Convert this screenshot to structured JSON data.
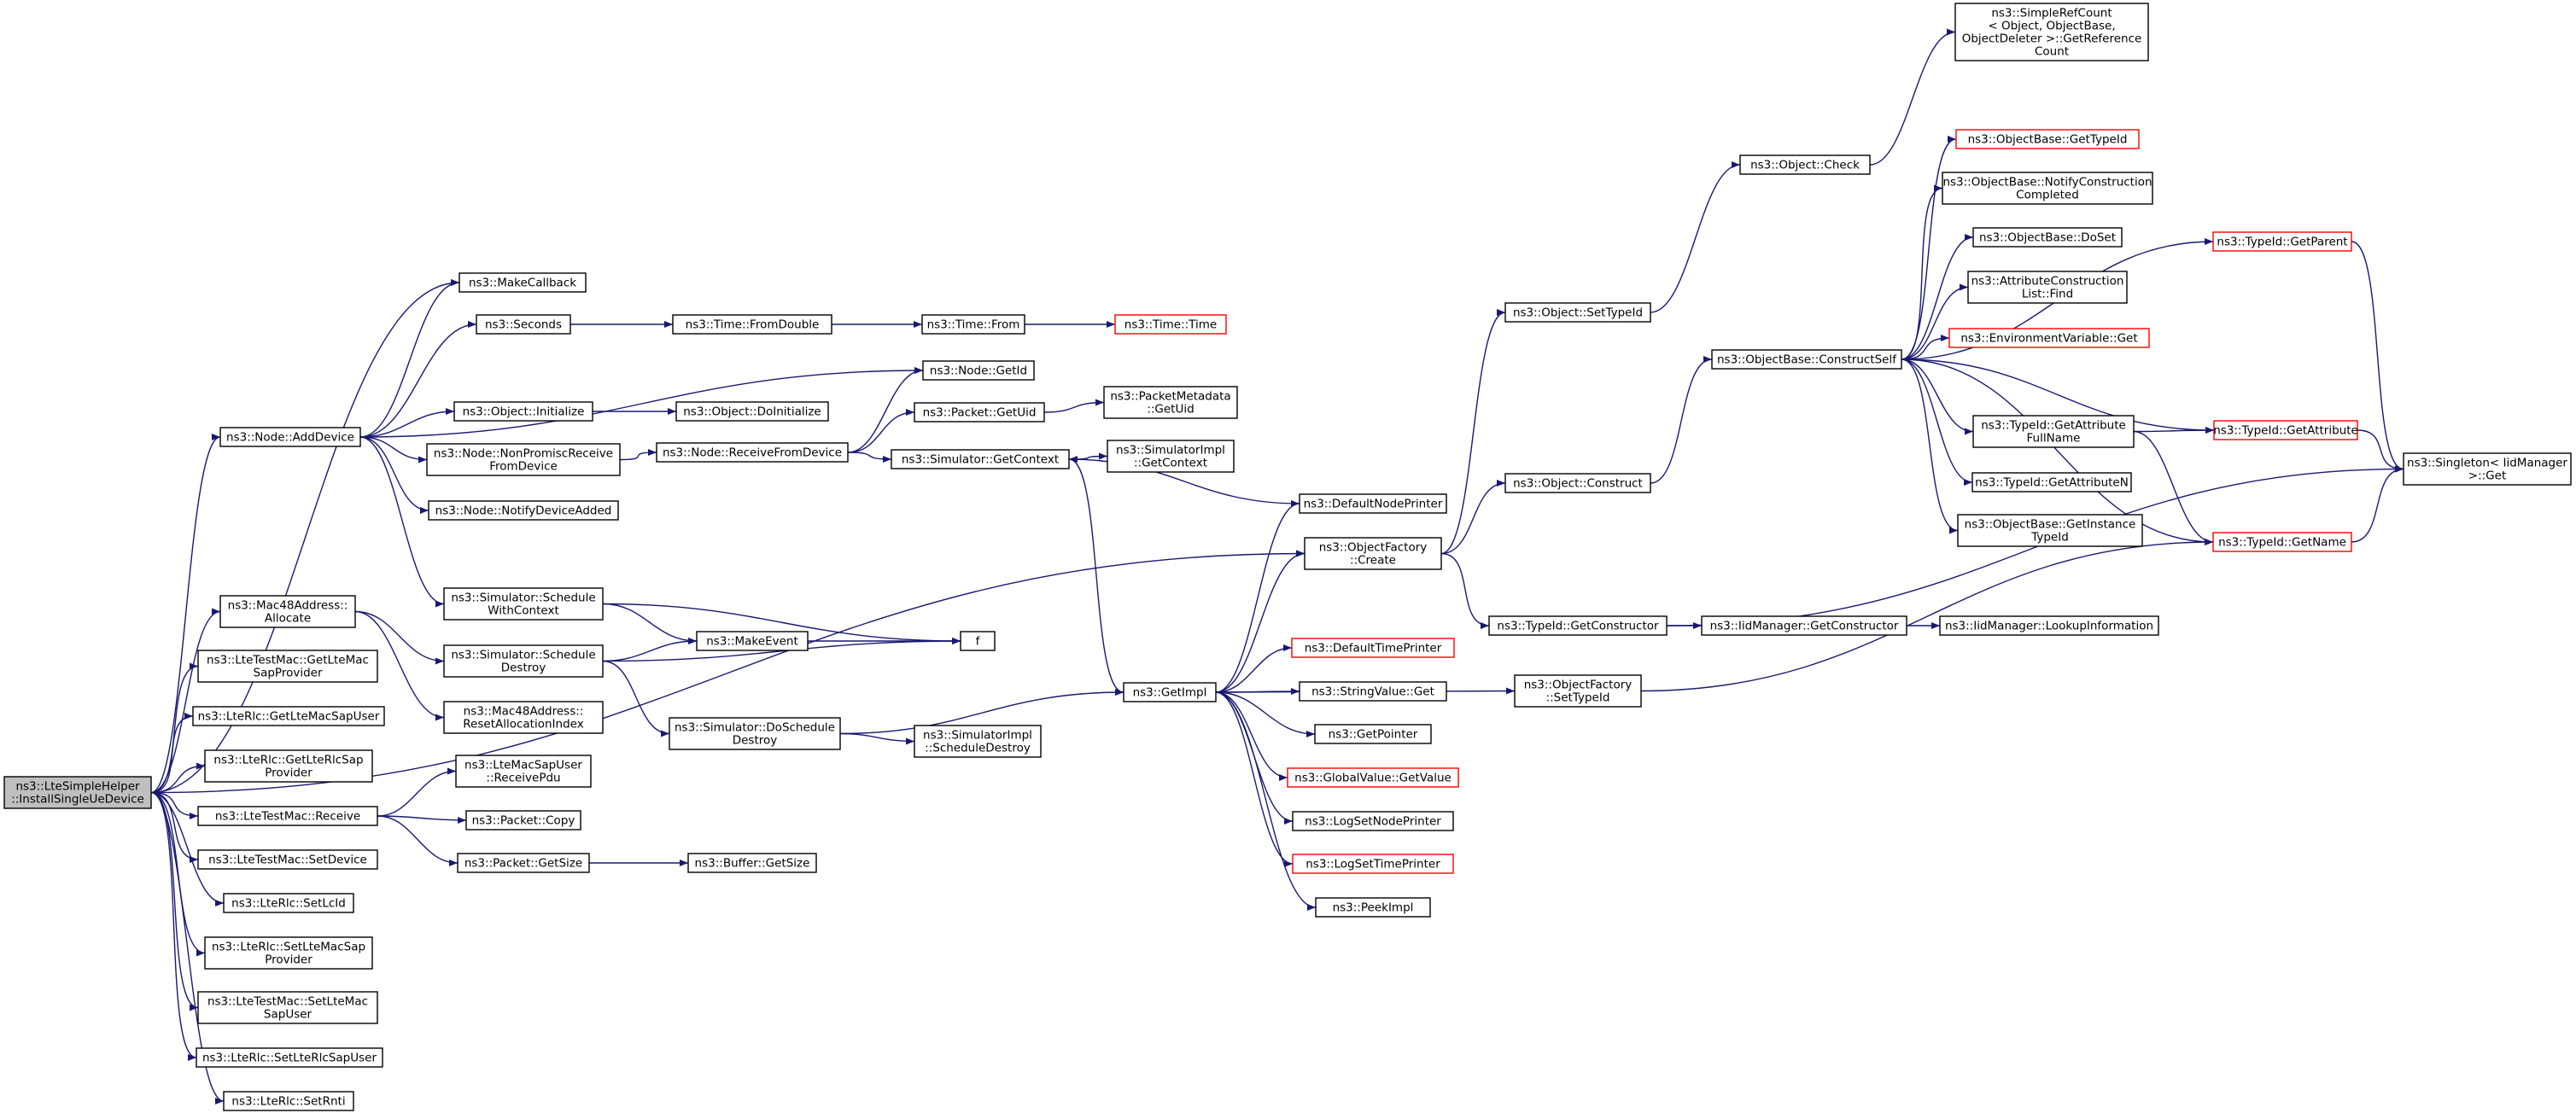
{
  "colors": {
    "edge": "#191970",
    "node_border": "#000000",
    "external_border": "#ff0000",
    "root_fill": "#bfbfbf"
  },
  "nodes": [
    {
      "id": "root",
      "lines": [
        "ns3::LteSimpleHelper",
        "::InstallSingleUeDevice"
      ],
      "style": "root"
    },
    {
      "id": "addDevice",
      "lines": [
        "ns3::Node::AddDevice"
      ]
    },
    {
      "id": "macAllocate",
      "lines": [
        "ns3::Mac48Address::",
        "Allocate"
      ]
    },
    {
      "id": "getLteMacSapProvider",
      "lines": [
        "ns3::LteTestMac::GetLteMac",
        "SapProvider"
      ]
    },
    {
      "id": "getLteMacSapUser",
      "lines": [
        "ns3::LteRlc::GetLteMacSapUser"
      ]
    },
    {
      "id": "getLteRlcSapProvider",
      "lines": [
        "ns3::LteRlc::GetLteRlcSap",
        "Provider"
      ]
    },
    {
      "id": "receive",
      "lines": [
        "ns3::LteTestMac::Receive"
      ]
    },
    {
      "id": "setDevice",
      "lines": [
        "ns3::LteTestMac::SetDevice"
      ]
    },
    {
      "id": "setLcId",
      "lines": [
        "ns3::LteRlc::SetLcId"
      ]
    },
    {
      "id": "setLteMacSapProvider",
      "lines": [
        "ns3::LteRlc::SetLteMacSap",
        "Provider"
      ]
    },
    {
      "id": "setLteMacSapUser",
      "lines": [
        "ns3::LteTestMac::SetLteMac",
        "SapUser"
      ]
    },
    {
      "id": "setLteRlcSapUser",
      "lines": [
        "ns3::LteRlc::SetLteRlcSapUser"
      ]
    },
    {
      "id": "setRnti",
      "lines": [
        "ns3::LteRlc::SetRnti"
      ]
    },
    {
      "id": "makeCallback",
      "lines": [
        "ns3::MakeCallback"
      ]
    },
    {
      "id": "seconds",
      "lines": [
        "ns3::Seconds"
      ]
    },
    {
      "id": "objInitialize",
      "lines": [
        "ns3::Object::Initialize"
      ]
    },
    {
      "id": "nonPromisc",
      "lines": [
        "ns3::Node::NonPromiscReceive",
        "FromDevice"
      ]
    },
    {
      "id": "notifyDeviceAdded",
      "lines": [
        "ns3::Node::NotifyDeviceAdded"
      ]
    },
    {
      "id": "scheduleWithContext",
      "lines": [
        "ns3::Simulator::Schedule",
        "WithContext"
      ]
    },
    {
      "id": "scheduleDestroy",
      "lines": [
        "ns3::Simulator::Schedule",
        "Destroy"
      ]
    },
    {
      "id": "resetAllocIndex",
      "lines": [
        "ns3::Mac48Address::",
        "ResetAllocationIndex"
      ]
    },
    {
      "id": "receivePdu",
      "lines": [
        "ns3::LteMacSapUser",
        "::ReceivePdu"
      ]
    },
    {
      "id": "packetCopy",
      "lines": [
        "ns3::Packet::Copy"
      ]
    },
    {
      "id": "packetGetSize",
      "lines": [
        "ns3::Packet::GetSize"
      ]
    },
    {
      "id": "timeFromDouble",
      "lines": [
        "ns3::Time::FromDouble"
      ]
    },
    {
      "id": "doInitialize",
      "lines": [
        "ns3::Object::DoInitialize"
      ]
    },
    {
      "id": "receiveFromDevice",
      "lines": [
        "ns3::Node::ReceiveFromDevice"
      ]
    },
    {
      "id": "makeEvent",
      "lines": [
        "ns3::MakeEvent"
      ]
    },
    {
      "id": "doScheduleDestroy",
      "lines": [
        "ns3::Simulator::DoSchedule",
        "Destroy"
      ]
    },
    {
      "id": "bufferGetSize",
      "lines": [
        "ns3::Buffer::GetSize"
      ]
    },
    {
      "id": "timeFrom",
      "lines": [
        "ns3::Time::From"
      ]
    },
    {
      "id": "nodeGetId",
      "lines": [
        "ns3::Node::GetId"
      ]
    },
    {
      "id": "packetGetUid",
      "lines": [
        "ns3::Packet::GetUid"
      ]
    },
    {
      "id": "simGetContext",
      "lines": [
        "ns3::Simulator::GetContext"
      ]
    },
    {
      "id": "f",
      "lines": [
        "f"
      ]
    },
    {
      "id": "simImplScheduleDestroy",
      "lines": [
        "ns3::SimulatorImpl",
        "::ScheduleDestroy"
      ]
    },
    {
      "id": "getImpl",
      "lines": [
        "ns3::GetImpl"
      ]
    },
    {
      "id": "timeTime",
      "lines": [
        "ns3::Time::Time"
      ],
      "style": "red"
    },
    {
      "id": "packetMetadataGetUid",
      "lines": [
        "ns3::PacketMetadata",
        "::GetUid"
      ]
    },
    {
      "id": "simImplGetContext",
      "lines": [
        "ns3::SimulatorImpl",
        "::GetContext"
      ]
    },
    {
      "id": "defaultNodePrinter",
      "lines": [
        "ns3::DefaultNodePrinter"
      ]
    },
    {
      "id": "objFactoryCreate",
      "lines": [
        "ns3::ObjectFactory",
        "::Create"
      ]
    },
    {
      "id": "defaultTimePrinter",
      "lines": [
        "ns3::DefaultTimePrinter"
      ],
      "style": "red"
    },
    {
      "id": "stringValueGet",
      "lines": [
        "ns3::StringValue::Get"
      ]
    },
    {
      "id": "getPointer",
      "lines": [
        "ns3::GetPointer"
      ]
    },
    {
      "id": "globalValueGetValue",
      "lines": [
        "ns3::GlobalValue::GetValue"
      ],
      "style": "red"
    },
    {
      "id": "logSetNodePrinter",
      "lines": [
        "ns3::LogSetNodePrinter"
      ]
    },
    {
      "id": "logSetTimePrinter",
      "lines": [
        "ns3::LogSetTimePrinter"
      ],
      "style": "red"
    },
    {
      "id": "peekImpl",
      "lines": [
        "ns3::PeekImpl"
      ]
    },
    {
      "id": "objSetTypeId",
      "lines": [
        "ns3::Object::SetTypeId"
      ]
    },
    {
      "id": "objConstruct",
      "lines": [
        "ns3::Object::Construct"
      ]
    },
    {
      "id": "typeIdGetConstructor",
      "lines": [
        "ns3::TypeId::GetConstructor"
      ]
    },
    {
      "id": "objFactorySetTypeId",
      "lines": [
        "ns3::ObjectFactory",
        "::SetTypeId"
      ]
    },
    {
      "id": "objCheck",
      "lines": [
        "ns3::Object::Check"
      ]
    },
    {
      "id": "constructSelf",
      "lines": [
        "ns3::ObjectBase::ConstructSelf"
      ]
    },
    {
      "id": "iidGetConstructor",
      "lines": [
        "ns3::IidManager::GetConstructor"
      ]
    },
    {
      "id": "simpleRefCount",
      "lines": [
        "ns3::SimpleRefCount",
        "< Object, ObjectBase,",
        " ObjectDeleter >::GetReference",
        "Count"
      ]
    },
    {
      "id": "objBaseGetTypeId",
      "lines": [
        "ns3::ObjectBase::GetTypeId"
      ],
      "style": "red"
    },
    {
      "id": "notifyConstruction",
      "lines": [
        "ns3::ObjectBase::NotifyConstruction",
        "Completed"
      ]
    },
    {
      "id": "objBaseDoSet",
      "lines": [
        "ns3::ObjectBase::DoSet"
      ]
    },
    {
      "id": "attrConstructionFind",
      "lines": [
        "ns3::AttributeConstruction",
        "List::Find"
      ]
    },
    {
      "id": "envVarGet",
      "lines": [
        "ns3::EnvironmentVariable::Get"
      ],
      "style": "red"
    },
    {
      "id": "getAttrFullName",
      "lines": [
        "ns3::TypeId::GetAttribute",
        "FullName"
      ]
    },
    {
      "id": "getAttributeN",
      "lines": [
        "ns3::TypeId::GetAttributeN"
      ]
    },
    {
      "id": "getInstanceTypeId",
      "lines": [
        "ns3::ObjectBase::GetInstance",
        "TypeId"
      ]
    },
    {
      "id": "lookupInformation",
      "lines": [
        "ns3::IidManager::LookupInformation"
      ]
    },
    {
      "id": "typeIdGetParent",
      "lines": [
        "ns3::TypeId::GetParent"
      ],
      "style": "red"
    },
    {
      "id": "typeIdGetAttribute",
      "lines": [
        "ns3::TypeId::GetAttribute"
      ],
      "style": "red"
    },
    {
      "id": "typeIdGetName",
      "lines": [
        "ns3::TypeId::GetName"
      ],
      "style": "red"
    },
    {
      "id": "singletonGet",
      "lines": [
        "ns3::Singleton< IidManager",
        " >::Get"
      ]
    }
  ],
  "edges": [
    [
      "root",
      "makeCallback"
    ],
    [
      "root",
      "addDevice"
    ],
    [
      "root",
      "objFactoryCreate"
    ],
    [
      "root",
      "macAllocate"
    ],
    [
      "root",
      "getLteMacSapProvider"
    ],
    [
      "root",
      "getLteMacSapUser"
    ],
    [
      "root",
      "getLteRlcSapProvider"
    ],
    [
      "root",
      "receive"
    ],
    [
      "root",
      "setDevice"
    ],
    [
      "root",
      "setLcId"
    ],
    [
      "root",
      "setLteMacSapProvider"
    ],
    [
      "root",
      "setLteMacSapUser"
    ],
    [
      "root",
      "setLteRlcSapUser"
    ],
    [
      "root",
      "setRnti"
    ],
    [
      "addDevice",
      "makeCallback"
    ],
    [
      "addDevice",
      "seconds"
    ],
    [
      "addDevice",
      "nodeGetId"
    ],
    [
      "addDevice",
      "objInitialize"
    ],
    [
      "addDevice",
      "nonPromisc"
    ],
    [
      "addDevice",
      "notifyDeviceAdded"
    ],
    [
      "addDevice",
      "scheduleWithContext"
    ],
    [
      "macAllocate",
      "scheduleDestroy"
    ],
    [
      "macAllocate",
      "resetAllocIndex"
    ],
    [
      "receive",
      "receivePdu"
    ],
    [
      "receive",
      "packetCopy"
    ],
    [
      "receive",
      "packetGetSize"
    ],
    [
      "seconds",
      "timeFromDouble"
    ],
    [
      "timeFromDouble",
      "timeFrom"
    ],
    [
      "timeFrom",
      "timeTime"
    ],
    [
      "objInitialize",
      "doInitialize"
    ],
    [
      "nonPromisc",
      "receiveFromDevice"
    ],
    [
      "receiveFromDevice",
      "nodeGetId"
    ],
    [
      "receiveFromDevice",
      "packetGetUid"
    ],
    [
      "receiveFromDevice",
      "simGetContext"
    ],
    [
      "packetGetUid",
      "packetMetadataGetUid"
    ],
    [
      "simGetContext",
      "simImplGetContext"
    ],
    [
      "simGetContext",
      "getImpl"
    ],
    [
      "scheduleWithContext",
      "makeEvent"
    ],
    [
      "scheduleWithContext",
      "f"
    ],
    [
      "scheduleDestroy",
      "makeEvent"
    ],
    [
      "scheduleDestroy",
      "f"
    ],
    [
      "scheduleDestroy",
      "doScheduleDestroy"
    ],
    [
      "makeEvent",
      "f"
    ],
    [
      "doScheduleDestroy",
      "getImpl"
    ],
    [
      "doScheduleDestroy",
      "simImplScheduleDestroy"
    ],
    [
      "packetGetSize",
      "bufferGetSize"
    ],
    [
      "getImpl",
      "defaultNodePrinter"
    ],
    [
      "getImpl",
      "objFactoryCreate"
    ],
    [
      "getImpl",
      "objFactorySetTypeId"
    ],
    [
      "getImpl",
      "defaultTimePrinter"
    ],
    [
      "getImpl",
      "stringValueGet"
    ],
    [
      "getImpl",
      "getPointer"
    ],
    [
      "getImpl",
      "globalValueGetValue"
    ],
    [
      "getImpl",
      "logSetNodePrinter"
    ],
    [
      "getImpl",
      "logSetTimePrinter"
    ],
    [
      "getImpl",
      "peekImpl"
    ],
    [
      "defaultNodePrinter",
      "simGetContext"
    ],
    [
      "objFactoryCreate",
      "objSetTypeId"
    ],
    [
      "objFactoryCreate",
      "objConstruct"
    ],
    [
      "objFactoryCreate",
      "typeIdGetConstructor"
    ],
    [
      "objSetTypeId",
      "objCheck"
    ],
    [
      "objCheck",
      "simpleRefCount"
    ],
    [
      "objConstruct",
      "constructSelf"
    ],
    [
      "typeIdGetConstructor",
      "iidGetConstructor"
    ],
    [
      "typeIdGetConstructor",
      "singletonGet"
    ],
    [
      "iidGetConstructor",
      "lookupInformation"
    ],
    [
      "objFactorySetTypeId",
      "typeIdGetName"
    ],
    [
      "constructSelf",
      "objBaseGetTypeId"
    ],
    [
      "constructSelf",
      "typeIdGetParent"
    ],
    [
      "constructSelf",
      "notifyConstruction"
    ],
    [
      "constructSelf",
      "objBaseDoSet"
    ],
    [
      "constructSelf",
      "attrConstructionFind"
    ],
    [
      "constructSelf",
      "envVarGet"
    ],
    [
      "constructSelf",
      "getAttrFullName"
    ],
    [
      "constructSelf",
      "typeIdGetAttribute"
    ],
    [
      "constructSelf",
      "getAttributeN"
    ],
    [
      "constructSelf",
      "getInstanceTypeId"
    ],
    [
      "constructSelf",
      "typeIdGetName"
    ],
    [
      "getAttrFullName",
      "typeIdGetAttribute"
    ],
    [
      "getAttrFullName",
      "typeIdGetName"
    ],
    [
      "typeIdGetParent",
      "singletonGet"
    ],
    [
      "typeIdGetAttribute",
      "singletonGet"
    ],
    [
      "typeIdGetName",
      "singletonGet"
    ]
  ]
}
